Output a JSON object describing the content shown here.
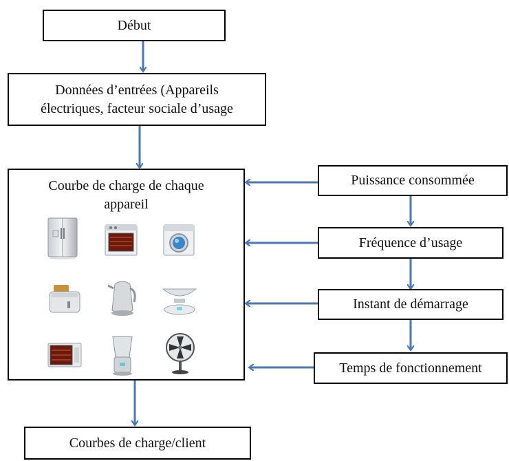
{
  "flow": {
    "start": "Début",
    "inputs_line1": "Données d’entrées (Appareils",
    "inputs_line2": "électriques, facteur sociale d’usage",
    "load_curve_line1": "Courbe de charge de chaque",
    "load_curve_line2": "appareil",
    "power": "Puissance consommée",
    "frequency": "Fréquence d’usage",
    "start_time": "Instant de démarrage",
    "duration": "Temps de fonctionnement",
    "output": "Courbes de charge/client"
  },
  "appliances": [
    {
      "icon": "refrigerator-icon"
    },
    {
      "icon": "oven-icon"
    },
    {
      "icon": "washing-machine-icon"
    },
    {
      "icon": "toaster-icon"
    },
    {
      "icon": "kettle-icon"
    },
    {
      "icon": "kitchen-scale-icon"
    },
    {
      "icon": "microwave-icon"
    },
    {
      "icon": "blender-icon"
    },
    {
      "icon": "fan-icon"
    }
  ],
  "colors": {
    "arrow": "#4a78b5",
    "border": "#000000"
  }
}
